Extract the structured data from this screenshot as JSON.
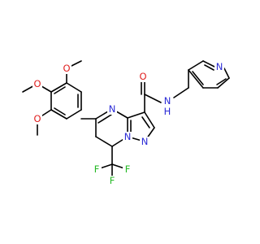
{
  "molecule": {
    "colors": {
      "carbon": "#000000",
      "nitrogen": "#2b2bd6",
      "oxygen": "#e02020",
      "fluorine": "#23b823"
    },
    "labels": {
      "o_methoxy_top": "O",
      "o_methoxy_mid": "O",
      "o_methoxy_bot": "O",
      "o_carbonyl": "O",
      "n_pyrimidine": "N",
      "n_bridge": "N",
      "n_pyrazole": "N",
      "nh_amide": "N",
      "h_amide": "H",
      "n_pyridine": "N",
      "f_top": "F",
      "f_left": "F",
      "f_right": "F"
    }
  }
}
